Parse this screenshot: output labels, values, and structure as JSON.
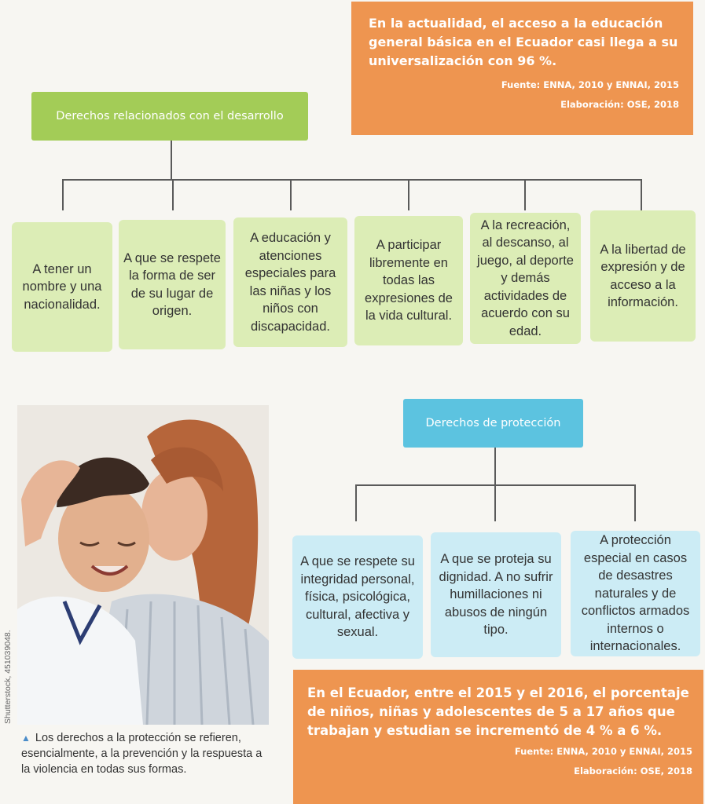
{
  "top_info": {
    "text": "En la actualidad, el acceso a la educación general básica en el Ecuador casi llega a su universalización con 96 %.",
    "source": "Fuente: ENNA, 2010 y ENNAI, 2015",
    "elaboration": "Elaboración: OSE, 2018"
  },
  "development": {
    "title": "Derechos relacionados con el desarrollo",
    "items": [
      "A tener un nombre y una nacionalidad.",
      "A que se respete la forma de ser de su lugar de origen.",
      "A educación y atenciones especiales para las niñas y los niños con discapacidad.",
      "A participar libremente en todas las expresiones de la vida cultural.",
      "A la recreación, al descanso, al juego, al deporte y demás actividades de acuerdo con su edad.",
      "A la libertad de expresión y de acceso a la información."
    ]
  },
  "protection": {
    "title": "Derechos de protección",
    "items": [
      "A que se respete su integridad personal, física, psicológica, cultural, afectiva y sexual.",
      "A que se proteja su dignidad. A no sufrir humillaciones ni abusos de ningún tipo.",
      "A protección especial en casos de desastres naturales y de conflictos armados internos o internacionales."
    ]
  },
  "photo": {
    "credit": "Shutterstock, 451039048.",
    "caption_marker": "▲",
    "caption": "Los derechos a la protección se refieren, esencialmente, a la prevención y la respuesta a la violencia en todas sus formas."
  },
  "bottom_info": {
    "text": "En el Ecuador, entre el 2015 y el 2016, el porcentaje de niños, niñas y adolescentes de 5 a 17 años que trabajan y estudian se incrementó de 4 % a 6 %.",
    "source": "Fuente: ENNA, 2010 y ENNAI, 2015",
    "elaboration": "Elaboración: OSE, 2018"
  },
  "colors": {
    "orange": "#ee9550",
    "green_header": "#a3cc57",
    "green_card": "#dcedb6",
    "blue_header": "#5cc3e0",
    "blue_card": "#ccecf5"
  }
}
